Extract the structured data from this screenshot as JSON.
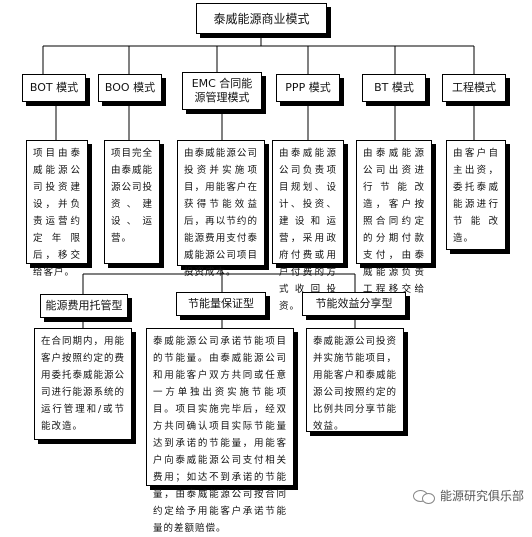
{
  "root": "泰威能源商业模式",
  "models": [
    {
      "label": "BOT 模式",
      "desc": "项目由泰威能源公司投资建设，并负责运营约定年限后，移交给客户。"
    },
    {
      "label": "BOO 模式",
      "desc": "项目完全由泰威能源公司投资、建设、运营。"
    },
    {
      "label": "EMC 合同能源管理模式",
      "desc": "由泰威能源公司投资并实施项目，用能客户在获得节能效益后，再以节约的能源费用支付泰威能源公司项目投资成本。"
    },
    {
      "label": "PPP 模式",
      "desc": "由泰威能源公司负责项目规划、设计、投资、建设和运营，采用政府付费或用户付费的方式收回投资。"
    },
    {
      "label": "BT 模式",
      "desc": "由泰威能源公司出资进行节能改造，客户按照合同约定的分期付款支付，由泰威能源负责工程移交给客户。"
    },
    {
      "label": "工程模式",
      "desc": "由客户自主出资，委托泰威能源进行节能改造。"
    }
  ],
  "emc_types": [
    {
      "label": "能源费用托管型",
      "desc": "在合同期内，用能客户按照约定的费用委托泰威能源公司进行能源系统的运行管理和/或节能改造。"
    },
    {
      "label": "节能量保证型",
      "desc": "泰威能源公司承诺节能项目的节能量。由泰威能源公司和用能客户双方共同或任意一方单独出资实施节能项目。项目实施完毕后，经双方共同确认项目实际节能量达到承诺的节能量，用能客户向泰威能源公司支付相关费用；如达不到承诺的节能量，由泰威能源公司按合同约定给予用能客户承诺节能量的差额赔偿。"
    },
    {
      "label": "节能效益分享型",
      "desc": "泰威能源公司投资并实施节能项目，用能客户和泰威能源公司按照约定的比例共同分享节能效益。"
    }
  ],
  "watermark": "能源研究俱乐部"
}
